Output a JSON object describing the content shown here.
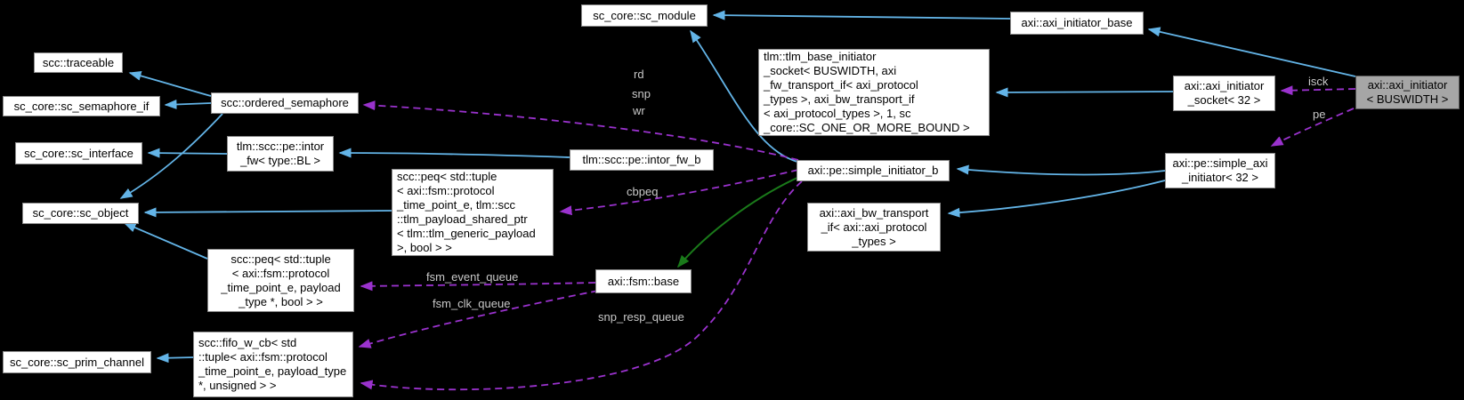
{
  "diagram": {
    "kind": "doxygen-collaboration-graph",
    "background": "#000000",
    "colors": {
      "node_fill": "#ffffff",
      "node_border": "#8b8b8b",
      "current_node_fill": "#a6a6a6",
      "inheritance_edge": "#63b4e7",
      "protected_inheritance_edge": "#1a7a1a",
      "usage_edge": "#9a32cd",
      "edge_label": "#c9c9c9"
    }
  },
  "nodes": [
    {
      "id": "traceable",
      "label": "scc::traceable"
    },
    {
      "id": "semaphore_if",
      "label": "sc_core::sc_semaphore_if"
    },
    {
      "id": "ordered_semaphore",
      "label": "scc::ordered_semaphore"
    },
    {
      "id": "sc_interface",
      "label": "sc_core::sc_interface"
    },
    {
      "id": "intor_fw",
      "label": "tlm::scc::pe::intor\n_fw< type::BL >"
    },
    {
      "id": "sc_object",
      "label": "sc_core::sc_object"
    },
    {
      "id": "peq_tlm",
      "label": "scc::peq< std::tuple\n< axi::fsm::protocol\n_time_point_e, tlm::scc\n::tlm_payload_shared_ptr\n< tlm::tlm_generic_payload\n>, bool > >"
    },
    {
      "id": "peq_payload",
      "label": "scc::peq< std::tuple\n< axi::fsm::protocol\n_time_point_e, payload\n_type *, bool > >"
    },
    {
      "id": "fifo_w_cb",
      "label": "scc::fifo_w_cb< std\n::tuple< axi::fsm::protocol\n_time_point_e, payload_type\n*, unsigned > >"
    },
    {
      "id": "prim_channel",
      "label": "sc_core::sc_prim_channel"
    },
    {
      "id": "sc_module",
      "label": "sc_core::sc_module"
    },
    {
      "id": "intor_fw_b",
      "label": "tlm::scc::pe::intor_fw_b"
    },
    {
      "id": "fsm_base",
      "label": "axi::fsm::base"
    },
    {
      "id": "tlm_base_socket",
      "label": "tlm::tlm_base_initiator\n_socket< BUSWIDTH, axi\n_fw_transport_if< axi_protocol\n_types >, axi_bw_transport_if\n< axi_protocol_types >, 1, sc\n_core::SC_ONE_OR_MORE_BOUND >"
    },
    {
      "id": "simple_initiator_b",
      "label": "axi::pe::simple_initiator_b"
    },
    {
      "id": "bw_transport_if",
      "label": "axi::axi_bw_transport\n_if< axi::axi_protocol\n_types >"
    },
    {
      "id": "initiator_base",
      "label": "axi::axi_initiator_base"
    },
    {
      "id": "initiator_socket",
      "label": "axi::axi_initiator\n_socket< 32 >"
    },
    {
      "id": "simple_axi_init",
      "label": "axi::pe::simple_axi\n_initiator< 32 >",
      "note": ""
    },
    {
      "id": "axi_initiator",
      "label": "axi::axi_initiator\n< BUSWIDTH >",
      "current": true
    }
  ],
  "edge_labels": [
    {
      "text": "rd"
    },
    {
      "text": "snp"
    },
    {
      "text": "wr"
    },
    {
      "text": "cbpeq"
    },
    {
      "text": "fsm_event_queue"
    },
    {
      "text": "fsm_clk_queue"
    },
    {
      "text": "snp_resp_queue"
    },
    {
      "text": "isck"
    },
    {
      "text": "pe"
    }
  ],
  "edges": [
    {
      "from": "ordered_semaphore",
      "to": "traceable",
      "type": "public-inheritance"
    },
    {
      "from": "ordered_semaphore",
      "to": "semaphore_if",
      "type": "public-inheritance"
    },
    {
      "from": "ordered_semaphore",
      "to": "sc_object",
      "type": "public-inheritance"
    },
    {
      "from": "intor_fw",
      "to": "sc_interface",
      "type": "public-inheritance"
    },
    {
      "from": "intor_fw_b",
      "to": "intor_fw",
      "type": "public-inheritance"
    },
    {
      "from": "peq_tlm",
      "to": "sc_object",
      "type": "public-inheritance"
    },
    {
      "from": "peq_payload",
      "to": "sc_object",
      "type": "public-inheritance"
    },
    {
      "from": "fifo_w_cb",
      "to": "prim_channel",
      "type": "public-inheritance"
    },
    {
      "from": "simple_initiator_b",
      "to": "sc_module",
      "type": "public-inheritance"
    },
    {
      "from": "simple_initiator_b",
      "to": "intor_fw_b",
      "type": "public-inheritance"
    },
    {
      "from": "simple_initiator_b",
      "to": "fsm_base",
      "type": "protected-inheritance"
    },
    {
      "from": "initiator_base",
      "to": "sc_module",
      "type": "public-inheritance"
    },
    {
      "from": "axi_initiator",
      "to": "initiator_base",
      "type": "public-inheritance"
    },
    {
      "from": "initiator_socket",
      "to": "tlm_base_socket",
      "type": "public-inheritance"
    },
    {
      "from": "simple_axi_init",
      "to": "simple_initiator_b",
      "type": "public-inheritance"
    },
    {
      "from": "simple_axi_init",
      "to": "bw_transport_if",
      "type": "public-inheritance"
    },
    {
      "from": "simple_initiator_b",
      "to": "ordered_semaphore",
      "type": "usage",
      "label": "rd snp wr"
    },
    {
      "from": "simple_initiator_b",
      "to": "peq_tlm",
      "type": "usage",
      "label": "cbpeq"
    },
    {
      "from": "fsm_base",
      "to": "peq_payload",
      "type": "usage",
      "label": "fsm_event_queue"
    },
    {
      "from": "fsm_base",
      "to": "fifo_w_cb",
      "type": "usage",
      "label": "fsm_clk_queue"
    },
    {
      "from": "simple_initiator_b",
      "to": "fifo_w_cb",
      "type": "usage",
      "label": "snp_resp_queue"
    },
    {
      "from": "axi_initiator",
      "to": "initiator_socket",
      "type": "usage",
      "label": "isck"
    },
    {
      "from": "axi_initiator",
      "to": "simple_axi_init",
      "type": "usage",
      "label": "pe"
    }
  ]
}
